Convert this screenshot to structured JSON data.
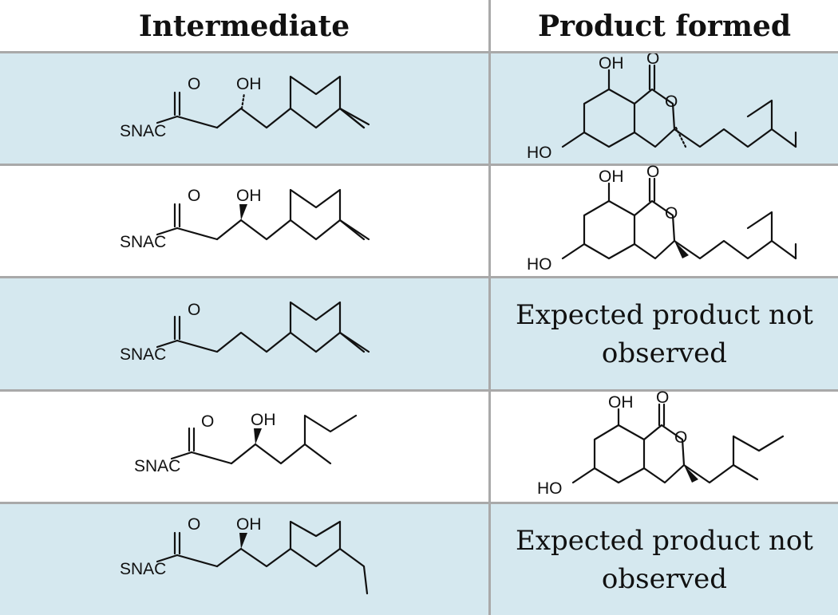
{
  "headers": {
    "intermediate": "Intermediate",
    "product": "Product formed"
  },
  "colors": {
    "shaded_row": "#d5e8ef",
    "grid_line": "#a9a9a9"
  },
  "labels": {
    "snac": "SNAC",
    "carbonyl_o": "O",
    "hydroxyl": "OH",
    "phenol_ho": "HO",
    "ring_o": "O"
  },
  "rows": [
    {
      "shaded": true,
      "intermediate": "(R)-3-hydroxy-2-oxodecyl SNAC thioester",
      "product_note": ""
    },
    {
      "shaded": false,
      "intermediate": "(S)-3-hydroxy-2-oxodecyl SNAC thioester",
      "product_note": ""
    },
    {
      "shaded": true,
      "intermediate": "2-oxodecyl SNAC thioester",
      "product_note": "Expected product not observed"
    },
    {
      "shaded": false,
      "intermediate": "(S)-3-hydroxy-2-oxooctyl SNAC thioester",
      "product_note": ""
    },
    {
      "shaded": true,
      "intermediate": "(S)-3-hydroxy-2-oxoundecyl SNAC thioester",
      "product_note": "Expected product not observed"
    }
  ]
}
